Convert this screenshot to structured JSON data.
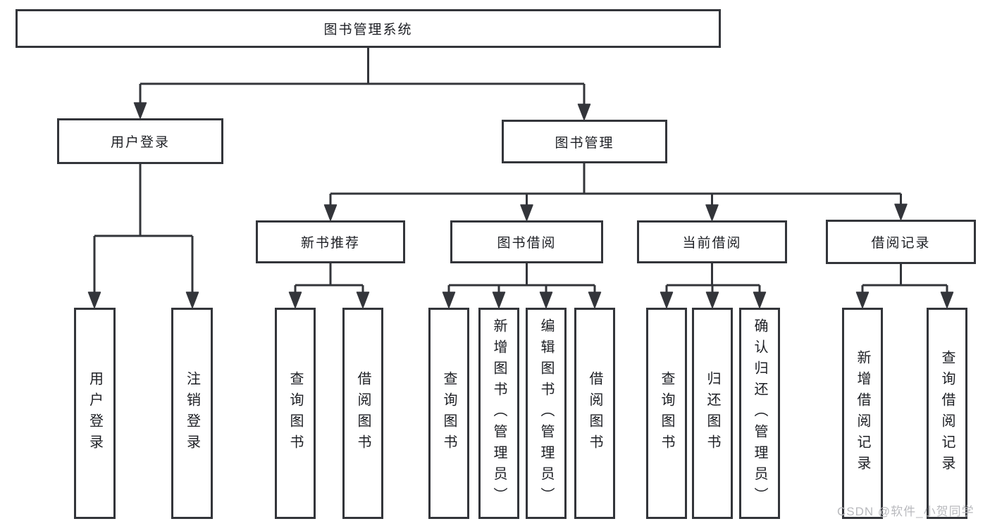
{
  "diagram": {
    "root": "图书管理系统",
    "branches": [
      {
        "label": "用户登录",
        "children": [
          "用户登录",
          "注销登录"
        ]
      },
      {
        "label": "图书管理",
        "children": [
          {
            "label": "新书推荐",
            "children": [
              "查询图书",
              "借阅图书"
            ]
          },
          {
            "label": "图书借阅",
            "children": [
              "查询图书",
              "新增图书（管理员）",
              "编辑图书（管理员）",
              "借阅图书"
            ]
          },
          {
            "label": "当前借阅",
            "children": [
              "查询图书",
              "归还图书",
              "确认归还（管理员）"
            ]
          },
          {
            "label": "借阅记录",
            "children": [
              "新增借阅记录",
              "查询借阅记录"
            ]
          }
        ]
      }
    ]
  },
  "watermark": "CSDN @软件_小贺同学",
  "colors": {
    "line": "#33353a",
    "text": "#1d1f24",
    "watermark": "#b9babe",
    "background": "#ffffff"
  }
}
